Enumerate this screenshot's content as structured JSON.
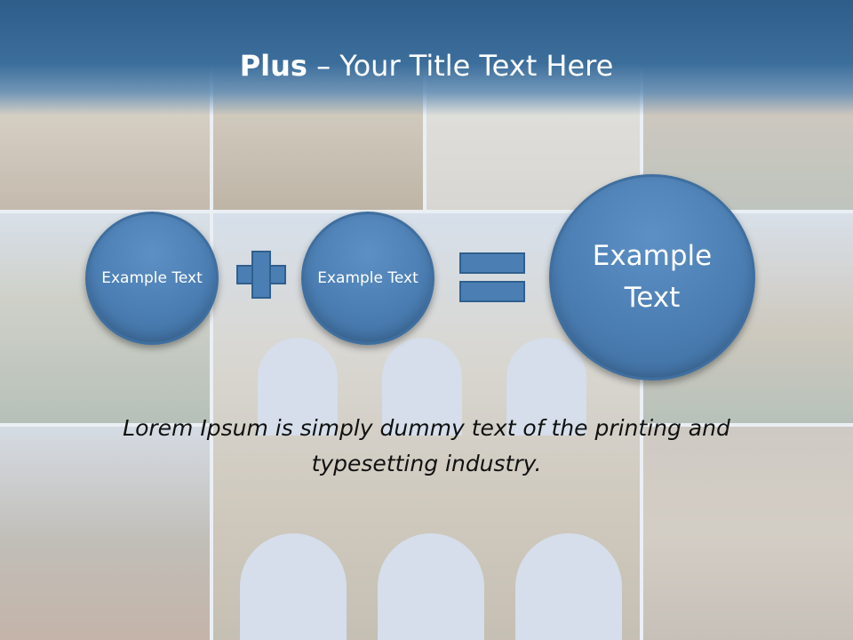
{
  "slide": {
    "title_bold": "Plus",
    "title_rest": " – Your Title Text Here"
  },
  "equation": {
    "circle_1": "Example Text",
    "operator_1": "plus",
    "circle_2": "Example Text",
    "operator_2": "equals",
    "result": "Example Text"
  },
  "body": {
    "text": "Lorem Ipsum is simply dummy text of the printing and typesetting industry."
  },
  "colors": {
    "title_bar": "#3c6e9c",
    "shape_fill": "#4b7eb3",
    "title_text": "#ffffff",
    "body_text": "#111111"
  }
}
